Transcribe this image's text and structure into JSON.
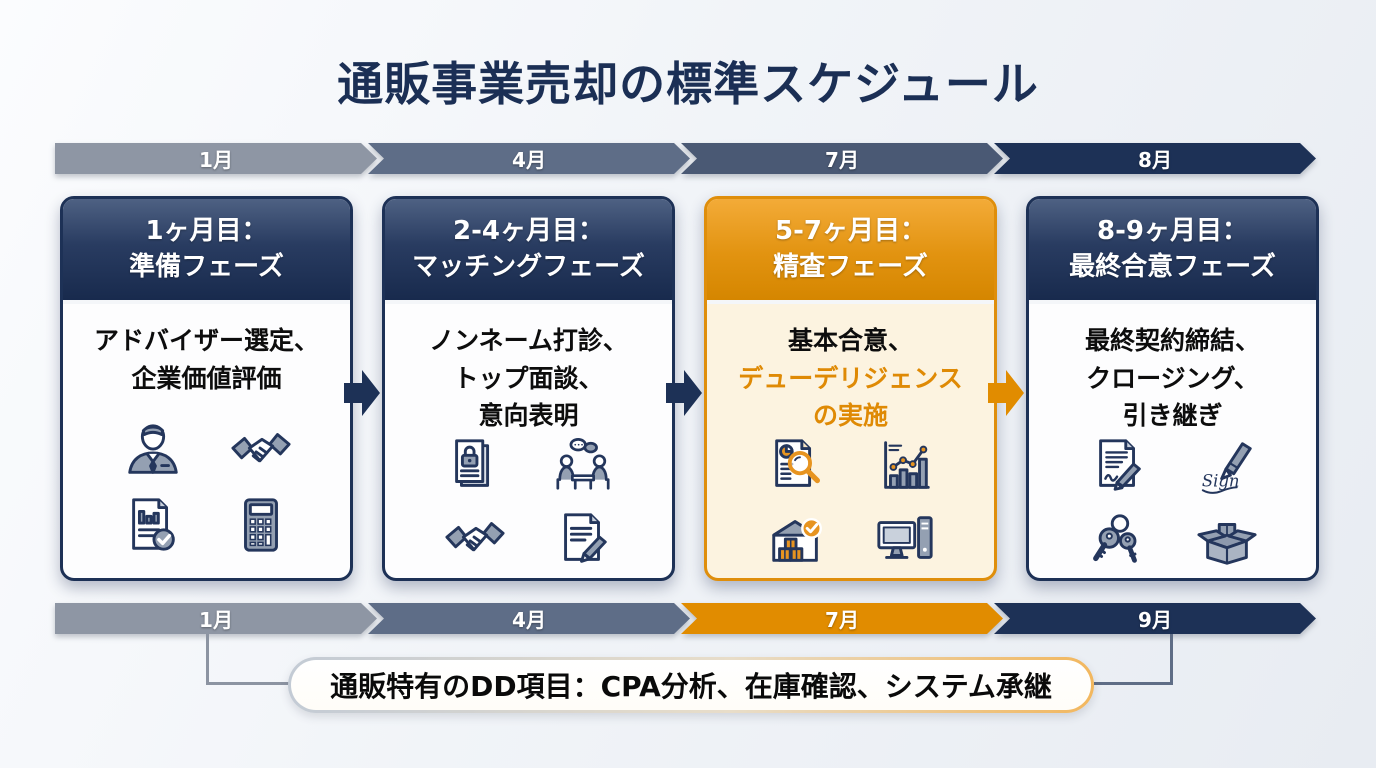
{
  "title": "通販事業売却の標準スケジュール",
  "colors": {
    "navy": "#1d3156",
    "orange": "#e18c00",
    "slate_light": "#8e96a4",
    "slate_mid": "#5e6d87",
    "slate_dark": "#4a5974",
    "card3_body_bg": "#fcf3e0",
    "accent_text": "#df8a05",
    "title_text": "#1b2f55"
  },
  "top_timeline": {
    "months": [
      {
        "label": "1月",
        "color": "#8e96a4"
      },
      {
        "label": "4月",
        "color": "#5e6d87"
      },
      {
        "label": "7月",
        "color": "#4a5974"
      },
      {
        "label": "8月",
        "color": "#1d3156"
      }
    ]
  },
  "bottom_timeline": {
    "months": [
      {
        "label": "1月",
        "color": "#8e96a4"
      },
      {
        "label": "4月",
        "color": "#5e6d87"
      },
      {
        "label": "7月",
        "color": "#e18c00"
      },
      {
        "label": "9月",
        "color": "#1d3156"
      }
    ]
  },
  "cards": [
    {
      "header_line1": "1ヶ月目：",
      "header_line2": "準備フェーズ",
      "body_lines": [
        {
          "text": "アドバイザー選定、",
          "accent": false
        },
        {
          "text": "企業価値評価",
          "accent": false
        }
      ],
      "icons": [
        "businessman-icon",
        "handshake-icon",
        "report-check-icon",
        "calculator-icon"
      ]
    },
    {
      "header_line1": "2-4ヶ月目：",
      "header_line2": "マッチングフェーズ",
      "body_lines": [
        {
          "text": "ノンネーム打診、",
          "accent": false
        },
        {
          "text": "トップ面談、",
          "accent": false
        },
        {
          "text": "意向表明",
          "accent": false
        }
      ],
      "icons": [
        "nda-document-icon",
        "meeting-icon",
        "handshake-icon",
        "document-pen-icon"
      ]
    },
    {
      "header_line1": "5-7ヶ月目：",
      "header_line2": "精査フェーズ",
      "body_lines": [
        {
          "text": "基本合意、",
          "accent": false
        },
        {
          "text": "デューデリジェンス",
          "accent": true
        },
        {
          "text": "の実施",
          "accent": true
        }
      ],
      "icons": [
        "document-magnifier-icon",
        "growth-chart-icon",
        "warehouse-check-icon",
        "computer-icon"
      ]
    },
    {
      "header_line1": "8-9ヶ月目：",
      "header_line2": "最終合意フェーズ",
      "body_lines": [
        {
          "text": "最終契約締結、",
          "accent": false
        },
        {
          "text": "クロージング、",
          "accent": false
        },
        {
          "text": "引き継ぎ",
          "accent": false
        }
      ],
      "icons": [
        "contract-sign-icon",
        "signature-pen-icon",
        "keys-icon",
        "package-box-icon"
      ]
    }
  ],
  "arrows": [
    "#1d3156",
    "#1d3156",
    "#e18c00"
  ],
  "callout": {
    "text": "通販特有のDD項目：CPA分析、在庫確認、システム承継"
  }
}
